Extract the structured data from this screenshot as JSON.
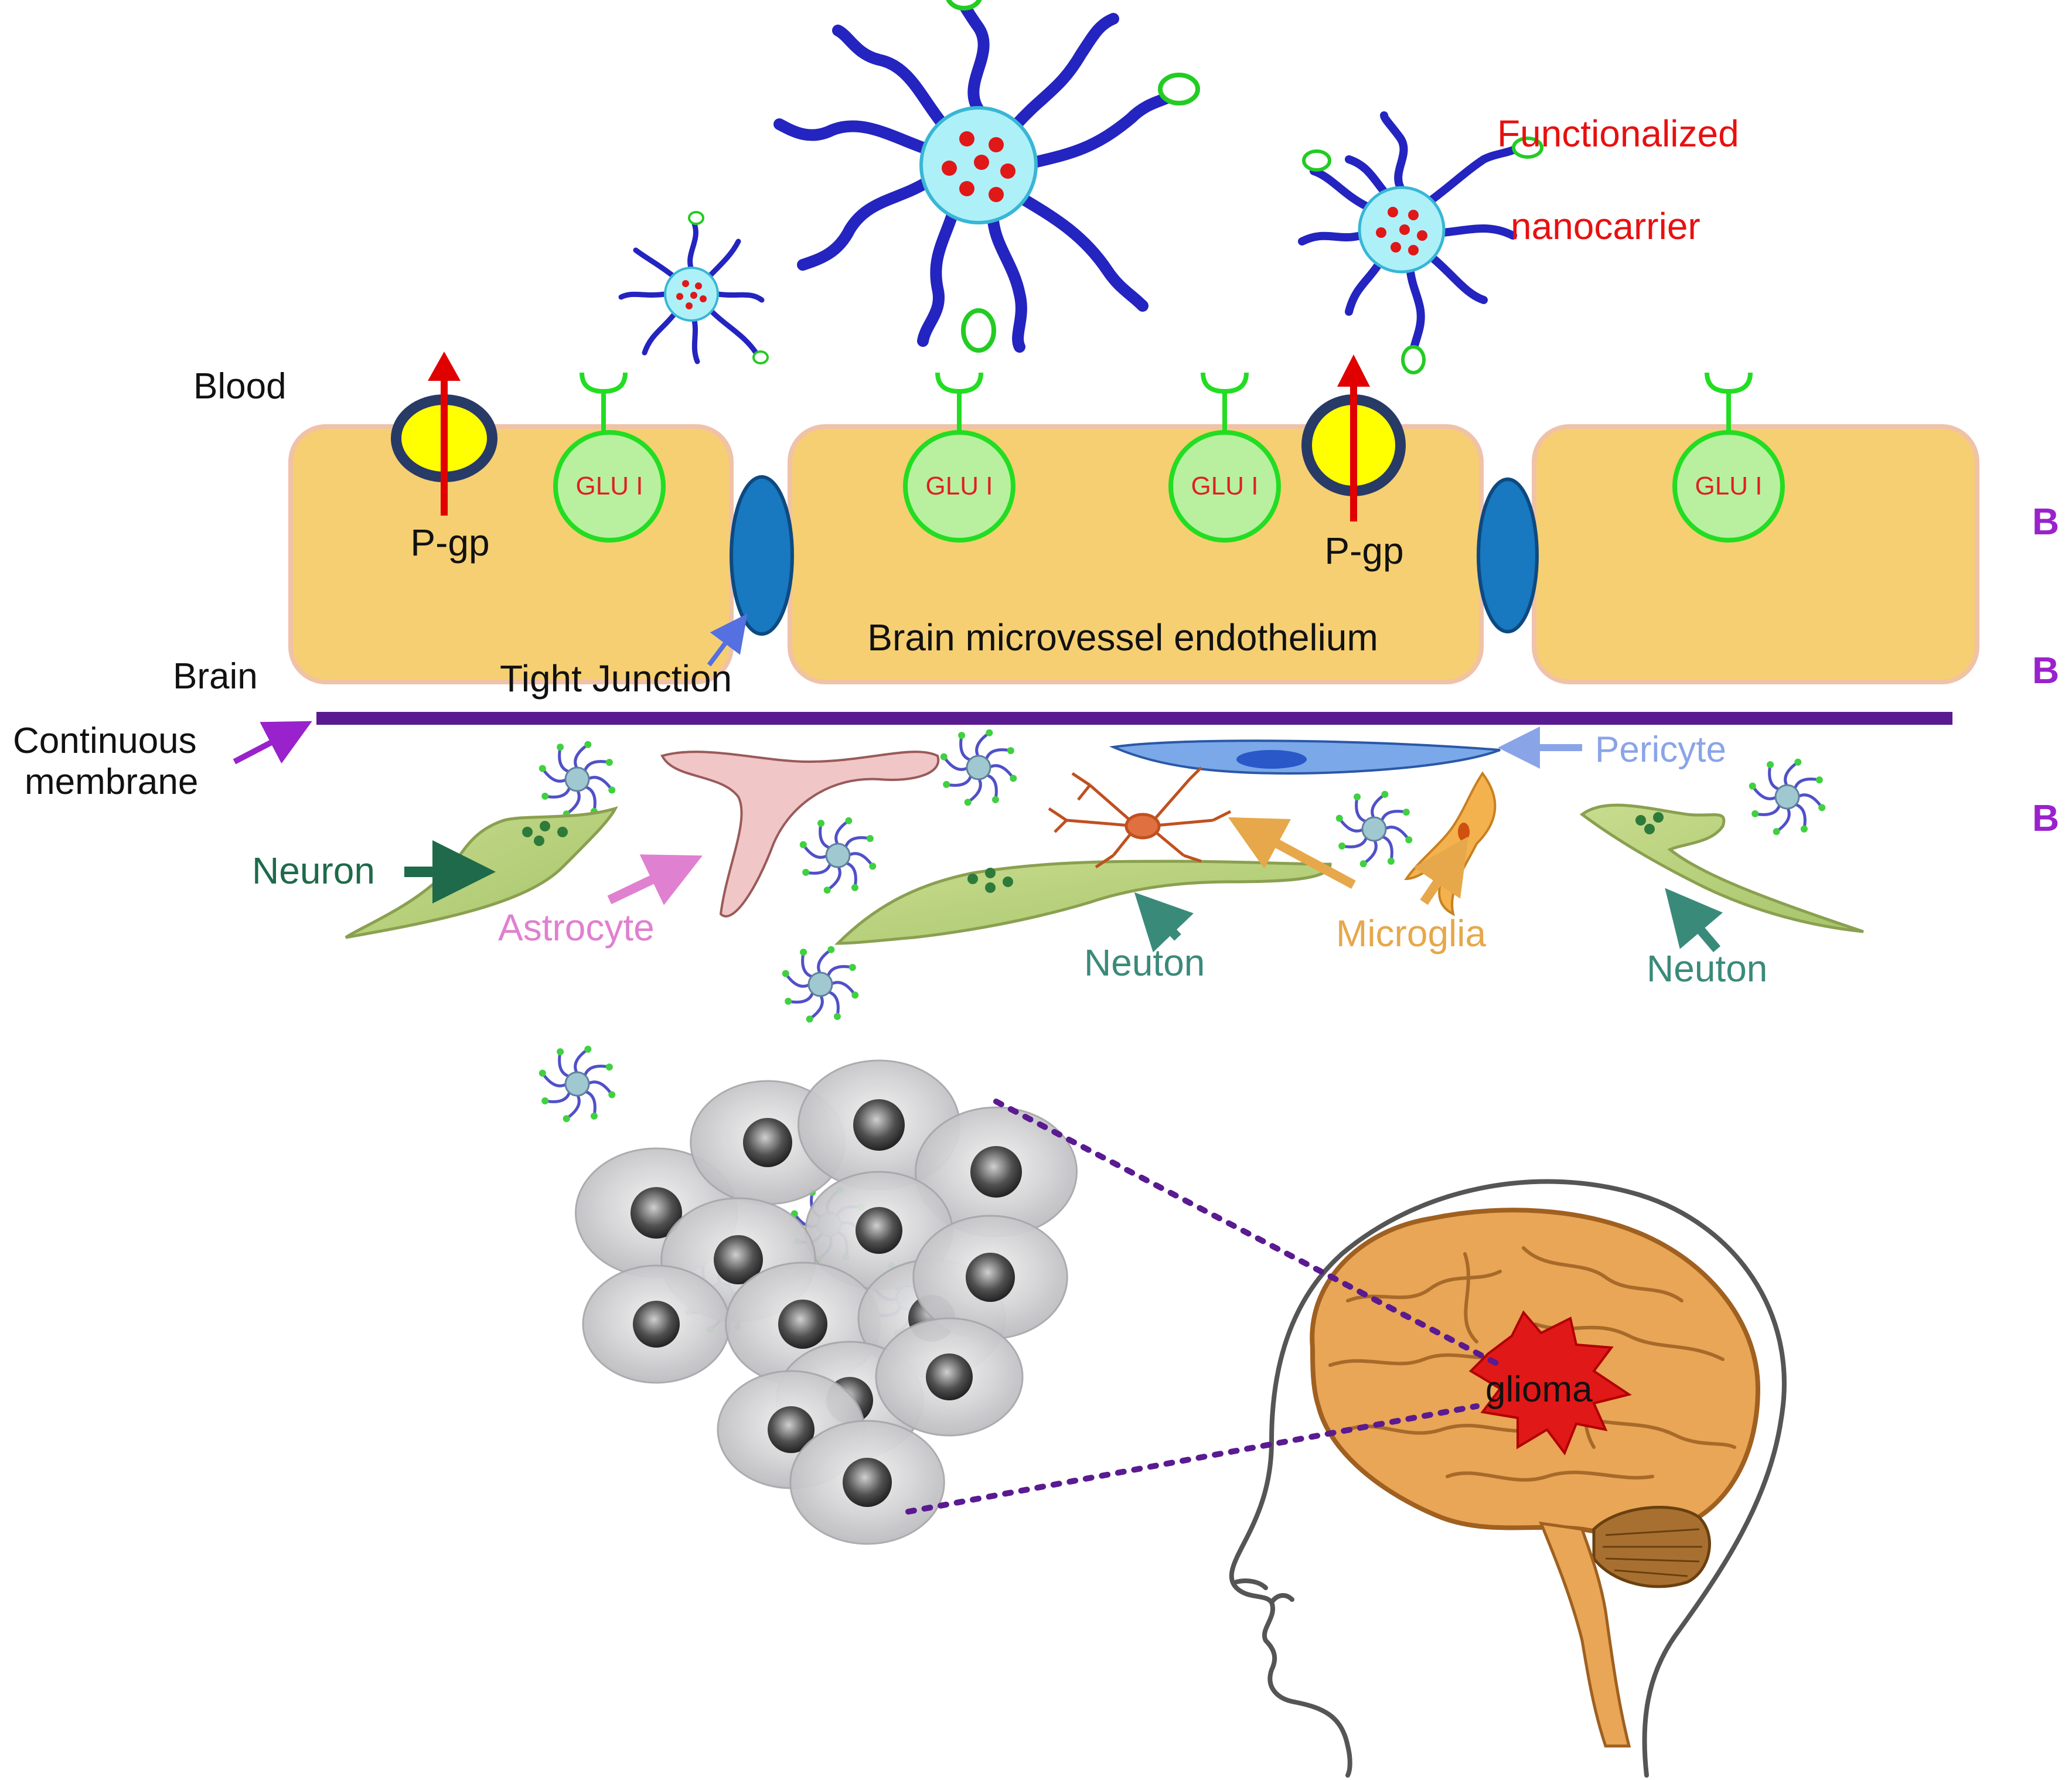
{
  "labels": {
    "functionalized": "Functionalized",
    "nanocarrier": "nanocarrier",
    "blood": "Blood",
    "brain": "Brain",
    "pgp_left": "P-gp",
    "pgp_right": "P-gp",
    "glu": [
      "GLU I",
      "GLU I",
      "GLU I",
      "GLU I"
    ],
    "endothelium": "Brain microvessel endothelium",
    "tight_junction": "Tight Junction",
    "continuous_membrane_1": "Continuous",
    "continuous_membrane_2": "membrane",
    "pericyte": "Pericyte",
    "neuron": "Neuron",
    "astrocyte": "Astrocyte",
    "neuton_center": "Neuton",
    "microglia": "Microglia",
    "neuton_right": "Neuton",
    "glioma": "glioma",
    "side_letters": [
      "B",
      "B",
      "B"
    ]
  },
  "colors": {
    "endothelium": "#f5cf72",
    "endothelium_border": "#f0c2a8",
    "pgp_fill": "#ffff00",
    "pgp_ring": "#283a66",
    "arrow_red": "#e00000",
    "glu_fill": "#b8f0a0",
    "glu_stroke": "#22dd22",
    "tight_junction": "#1878c0",
    "membrane": "#5a1a90",
    "carrier_core": "#aef0f8",
    "carrier_arm": "#2424c0",
    "carrier_tip": "#22cc22",
    "label_red": "#e81010",
    "label_purple": "#9922cc",
    "neuron_green": "#1e6a4a",
    "astrocyte_pink": "#e080d0",
    "microglia_orange": "#e6a84a",
    "pericyte_blue": "#8aa4e8",
    "brain_orange": "#e8a656",
    "glioma_red": "#e01818"
  }
}
